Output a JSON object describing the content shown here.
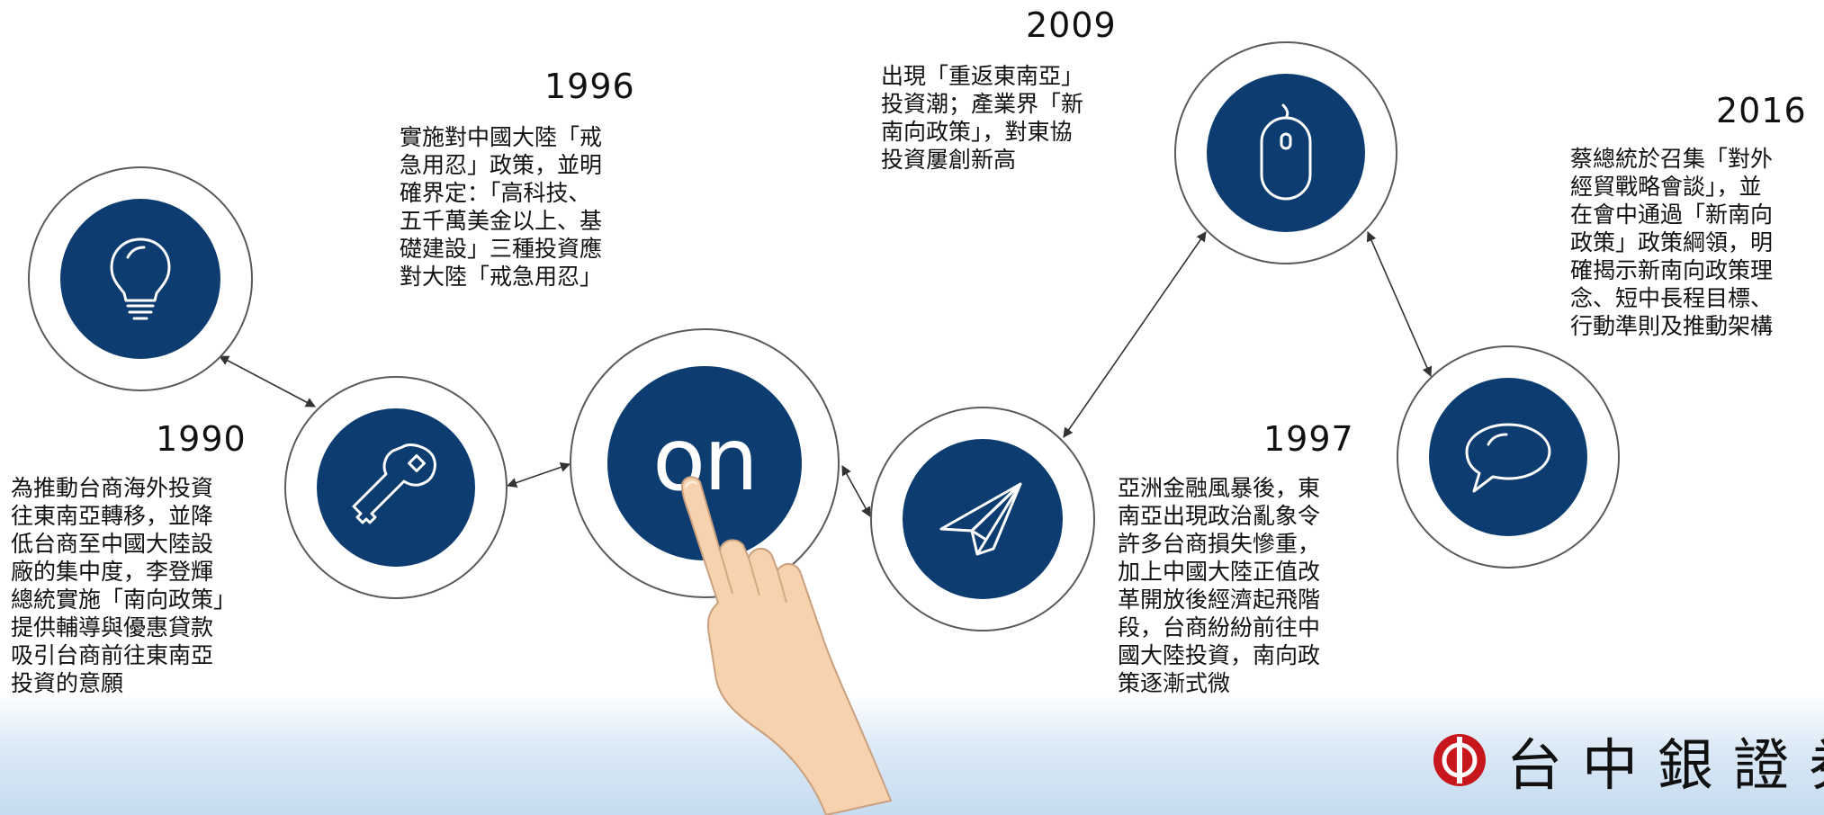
{
  "timeline": [
    {
      "year": "1990",
      "desc": "為推動台商海外投資\n往東南亞轉移，並降\n低台商至中國大陸設\n廠的集中度，李登輝\n總統實施「南向政策」\n提供輔導與優惠貸款\n吸引台商前往東南亞\n投資的意願"
    },
    {
      "year": "1996",
      "desc": "實施對中國大陸「戒\n急用忍」政策，並明\n確界定：「高科技、\n五千萬美金以上、基\n礎建設」三種投資應\n對大陸「戒急用忍」"
    },
    {
      "year": "1997",
      "desc": "亞洲金融風暴後，東\n南亞出現政治亂象令\n許多台商損失慘重，\n加上中國大陸正值改\n革開放後經濟起飛階\n段，台商紛紛前往中\n國大陸投資，南向政\n策逐漸式微"
    },
    {
      "year": "2009",
      "desc": "出現「重返東南亞」\n投資潮；產業界「新\n南向政策」，對東協\n投資屢創新高"
    },
    {
      "year": "2016",
      "desc": "蔡總統於召集「對外\n經貿戰略會談」，並\n在會中通過「新南向\n政策」政策綱領，明\n確揭示新南向政策理\n念、短中長程目標、\n行動準則及推動架構"
    }
  ],
  "center_label": "on",
  "icons": [
    "lightbulb-icon",
    "key-icon",
    "on-label",
    "paper-plane-icon",
    "mouse-icon",
    "speech-bubble-icon"
  ],
  "logo": {
    "text": "台中銀證券"
  },
  "colors": {
    "node_fill": "#0c3c70",
    "ring": "#5a5a5a",
    "brand_red": "#c8161d"
  }
}
